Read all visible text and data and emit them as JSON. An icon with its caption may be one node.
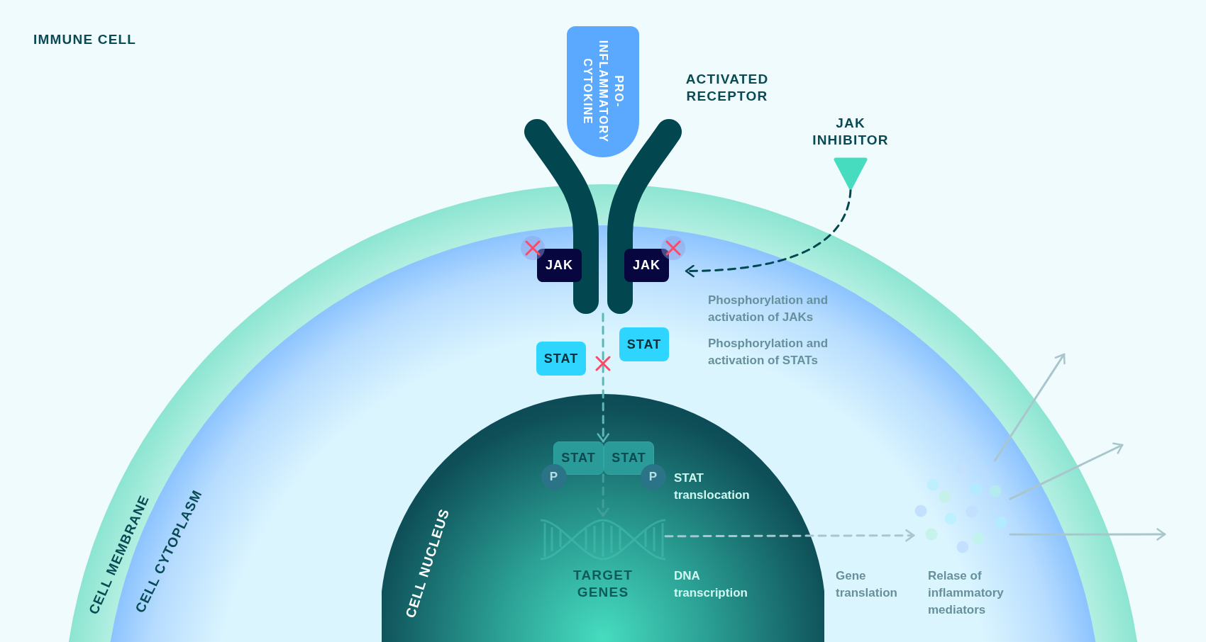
{
  "diagram": {
    "title": "IMMUNE CELL",
    "nodes": [
      {
        "text": [
          "PRO- INFLAMMATORY CYTOKINE"
        ]
      },
      {
        "text": [],
        "shape": "picture",
        "beside": [
          "ACTIVATED RECEPTOR"
        ]
      },
      {
        "text": [
          "JAK INHIBITOR"
        ]
      },
      {
        "text": [
          "CELL MEMBRANE"
        ]
      },
      {
        "text": [
          "CELL CYTOPLASM"
        ],
        "in": 3
      },
      {
        "text": [
          "JAK"
        ]
      },
      {
        "text": [
          "JAK"
        ]
      },
      {
        "text": [
          "STAT"
        ],
        "in": 4
      },
      {
        "text": [
          "STAT"
        ],
        "in": 4
      },
      {
        "text": [
          "CELL NUCLEUS"
        ],
        "in": 4
      },
      {
        "text": [
          "STAT"
        ],
        "in": 9
      },
      {
        "text": [
          "STAT"
        ],
        "in": 9
      },
      {
        "text": [
          "P"
        ],
        "in": 9
      },
      {
        "text": [
          "P"
        ],
        "in": 9
      },
      {
        "text": [],
        "shape": "picture",
        "beside": [
          "TARGET GENES"
        ],
        "in": 9
      },
      {
        "text": [],
        "shape": "picture",
        "in": 4
      }
    ],
    "edges": [
      {
        "from": 2,
        "to": 6,
        "arrow": "to",
        "style": "dashed",
        "color": "#02474f"
      },
      {
        "from": 1,
        "to": 10,
        "arrow": "to",
        "style": "dashed",
        "color": "#5cb8b4"
      },
      {
        "from": 10,
        "to": 14,
        "arrow": "to",
        "style": "dashed",
        "color": "#3f9e9b"
      },
      {
        "from": 14,
        "to": 15,
        "arrow": "to",
        "style": "dashed"
      },
      {
        "from": 15,
        "to": null,
        "arrow": "to"
      },
      {
        "from": 15,
        "to": null,
        "arrow": "to"
      },
      {
        "from": 15,
        "to": null,
        "arrow": "to"
      }
    ],
    "labels": [
      "Phosphorylation and activation of JAKs",
      "Phosphorylation and activation of STATs",
      "STAT translocation",
      "DNA transcription",
      "Gene translation",
      "Relase of inflammatory mediators"
    ]
  }
}
